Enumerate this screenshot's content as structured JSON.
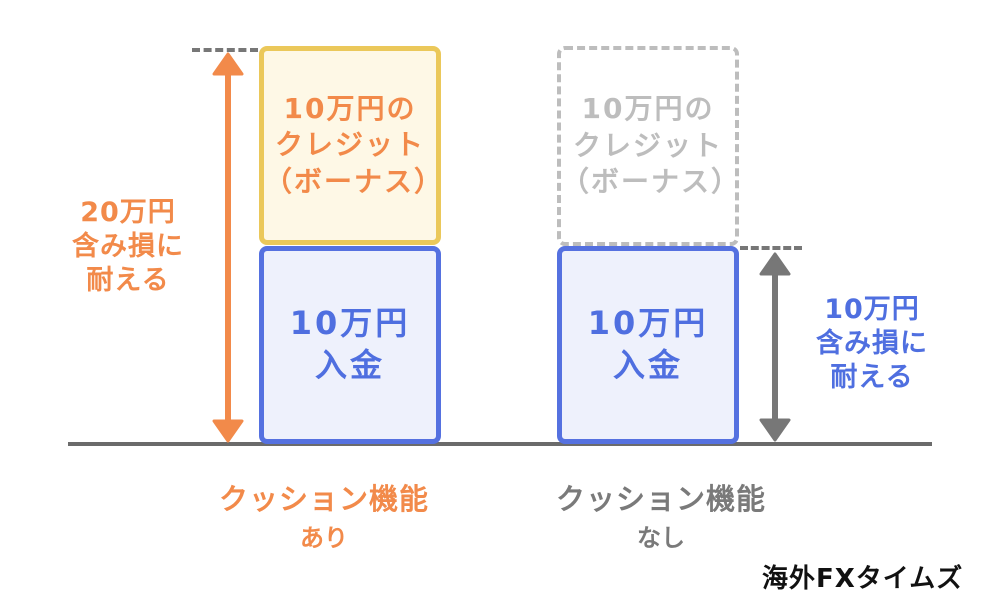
{
  "colors": {
    "orange": "#F28A4A",
    "gray": "#7A7A7A",
    "light_gray": "#BDBDBD",
    "blue": "#4F6FE0",
    "yellow_border": "#EBC85A",
    "yellow_fill": "#FEF8E6",
    "blue_fill": "#EEF1FC"
  },
  "left": {
    "credit_box": [
      "10万円の",
      "クレジット",
      "（ボーナス）"
    ],
    "deposit_box": [
      "10万円",
      "入金"
    ],
    "tolerance": [
      "20万円",
      "含み損に",
      "耐える"
    ],
    "label": "クッション機能",
    "sublabel": "あり"
  },
  "right": {
    "credit_box": [
      "10万円の",
      "クレジット",
      "（ボーナス）"
    ],
    "deposit_box": [
      "10万円",
      "入金"
    ],
    "tolerance": [
      "10万円",
      "含み損に",
      "耐える"
    ],
    "label": "クッション機能",
    "sublabel": "なし"
  },
  "watermark": "海外FXタイムズ"
}
